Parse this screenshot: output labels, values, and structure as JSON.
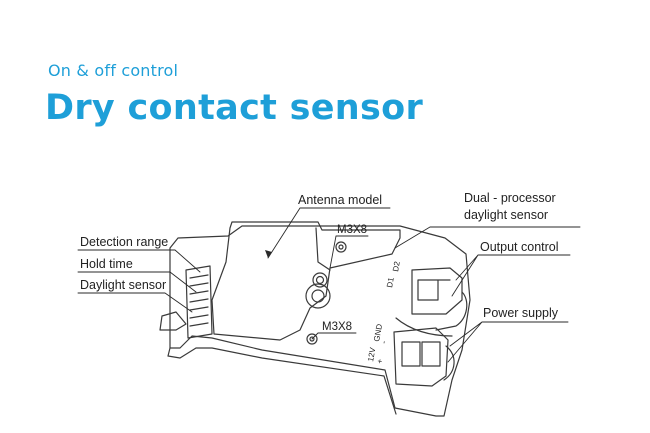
{
  "header": {
    "subtitle": "On & off control",
    "title": "Dry contact sensor"
  },
  "colors": {
    "accent": "#1e9fd8",
    "line": "#3a3a3a",
    "text": "#222222"
  },
  "labels": {
    "antenna_model": "Antenna model",
    "dual_processor_line1": "Dual - processor",
    "dual_processor_line2": "daylight sensor",
    "output_control": "Output control",
    "power_supply": "Power supply",
    "detection_range": "Detection range",
    "hold_time": "Hold time",
    "daylight_sensor": "Daylight sensor",
    "screw_top": "M3X8",
    "screw_bottom": "M3X8"
  },
  "terminal_marks": {
    "d1": "D1",
    "d2": "D2",
    "v12": "12V",
    "gnd": "GND",
    "plus": "+",
    "minus": "-"
  }
}
